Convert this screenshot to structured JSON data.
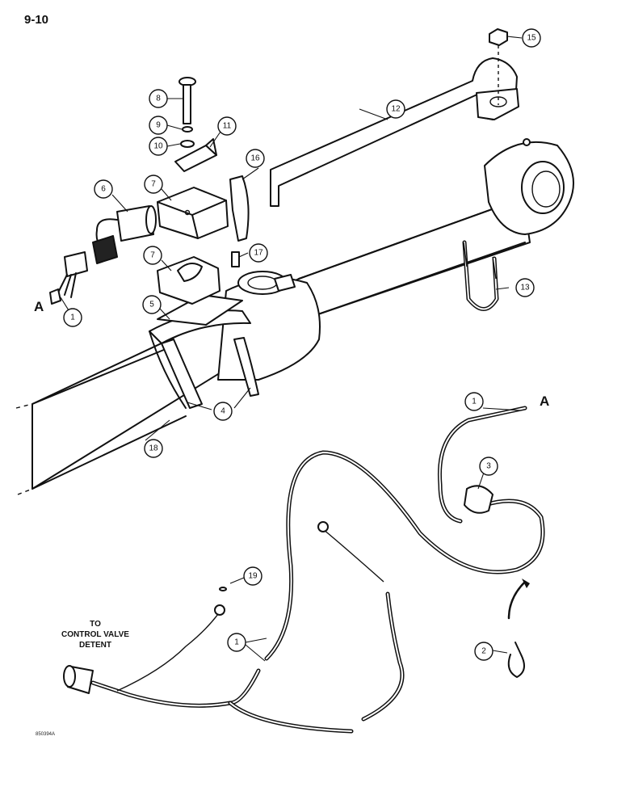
{
  "page_number": "9-10",
  "stamp_code": "850394A",
  "connector_label": "A",
  "note_lines": [
    "TO",
    "CONTROL VALVE",
    "DETENT"
  ],
  "callouts": {
    "c1a": "1",
    "c1b": "1",
    "c1c": "1",
    "c2": "2",
    "c3": "3",
    "c4": "4",
    "c5": "5",
    "c6": "6",
    "c7a": "7",
    "c7b": "7",
    "c8": "8",
    "c9": "9",
    "c10": "10",
    "c11": "11",
    "c12": "12",
    "c13": "13",
    "c15": "15",
    "c16": "16",
    "c17": "17",
    "c18": "18",
    "c19": "19"
  }
}
